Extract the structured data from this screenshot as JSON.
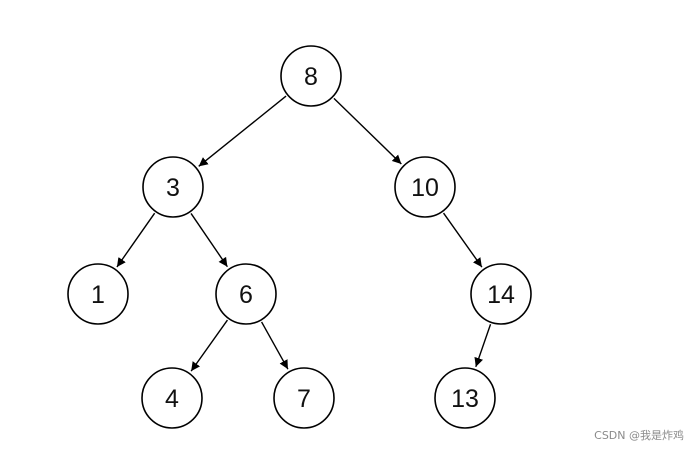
{
  "diagram": {
    "type": "binary-search-tree",
    "nodes": [
      {
        "id": "n8",
        "label": "8"
      },
      {
        "id": "n3",
        "label": "3"
      },
      {
        "id": "n10",
        "label": "10"
      },
      {
        "id": "n1",
        "label": "1"
      },
      {
        "id": "n6",
        "label": "6"
      },
      {
        "id": "n14",
        "label": "14"
      },
      {
        "id": "n4",
        "label": "4"
      },
      {
        "id": "n7",
        "label": "7"
      },
      {
        "id": "n13",
        "label": "13"
      }
    ],
    "edges": [
      {
        "from": "n8",
        "to": "n3"
      },
      {
        "from": "n8",
        "to": "n10"
      },
      {
        "from": "n3",
        "to": "n1"
      },
      {
        "from": "n3",
        "to": "n6"
      },
      {
        "from": "n10",
        "to": "n14"
      },
      {
        "from": "n6",
        "to": "n4"
      },
      {
        "from": "n6",
        "to": "n7"
      },
      {
        "from": "n14",
        "to": "n13"
      }
    ],
    "colors": {
      "node_stroke": "#000000",
      "node_fill": "#ffffff",
      "edge": "#000000",
      "label": "#111111"
    }
  },
  "watermark": {
    "text": "CSDN @我是炸鸡"
  }
}
